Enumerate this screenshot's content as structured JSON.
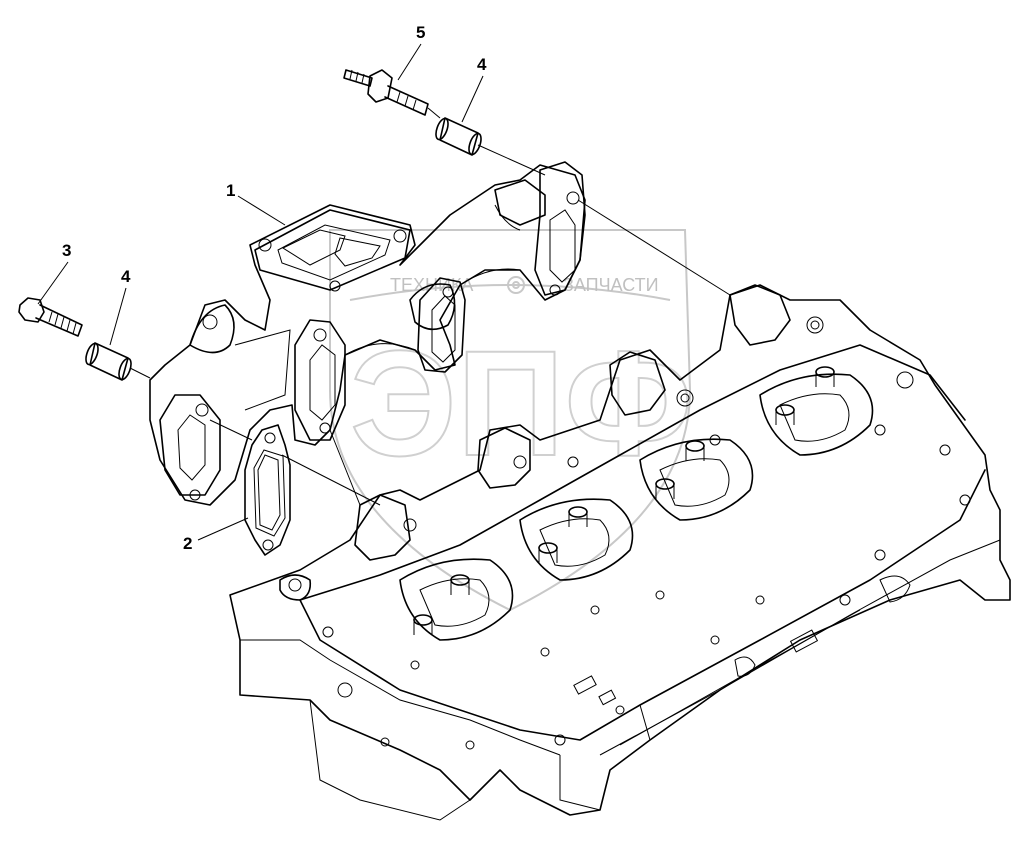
{
  "callouts": [
    {
      "id": "1",
      "label": "1",
      "part": "exhaust-manifold"
    },
    {
      "id": "2",
      "label": "2",
      "part": "gasket"
    },
    {
      "id": "3",
      "label": "3",
      "part": "bolt"
    },
    {
      "id": "4a",
      "label": "4",
      "part": "spacer-sleeve"
    },
    {
      "id": "4b",
      "label": "4",
      "part": "spacer-sleeve"
    },
    {
      "id": "5",
      "label": "5",
      "part": "stud"
    }
  ],
  "watermark": {
    "left_text": "ТЕХНИКА",
    "right_text": "ЗАПЧАСТИ",
    "logo_letters": "ЭПФ",
    "gear_icon": "gear-icon"
  }
}
